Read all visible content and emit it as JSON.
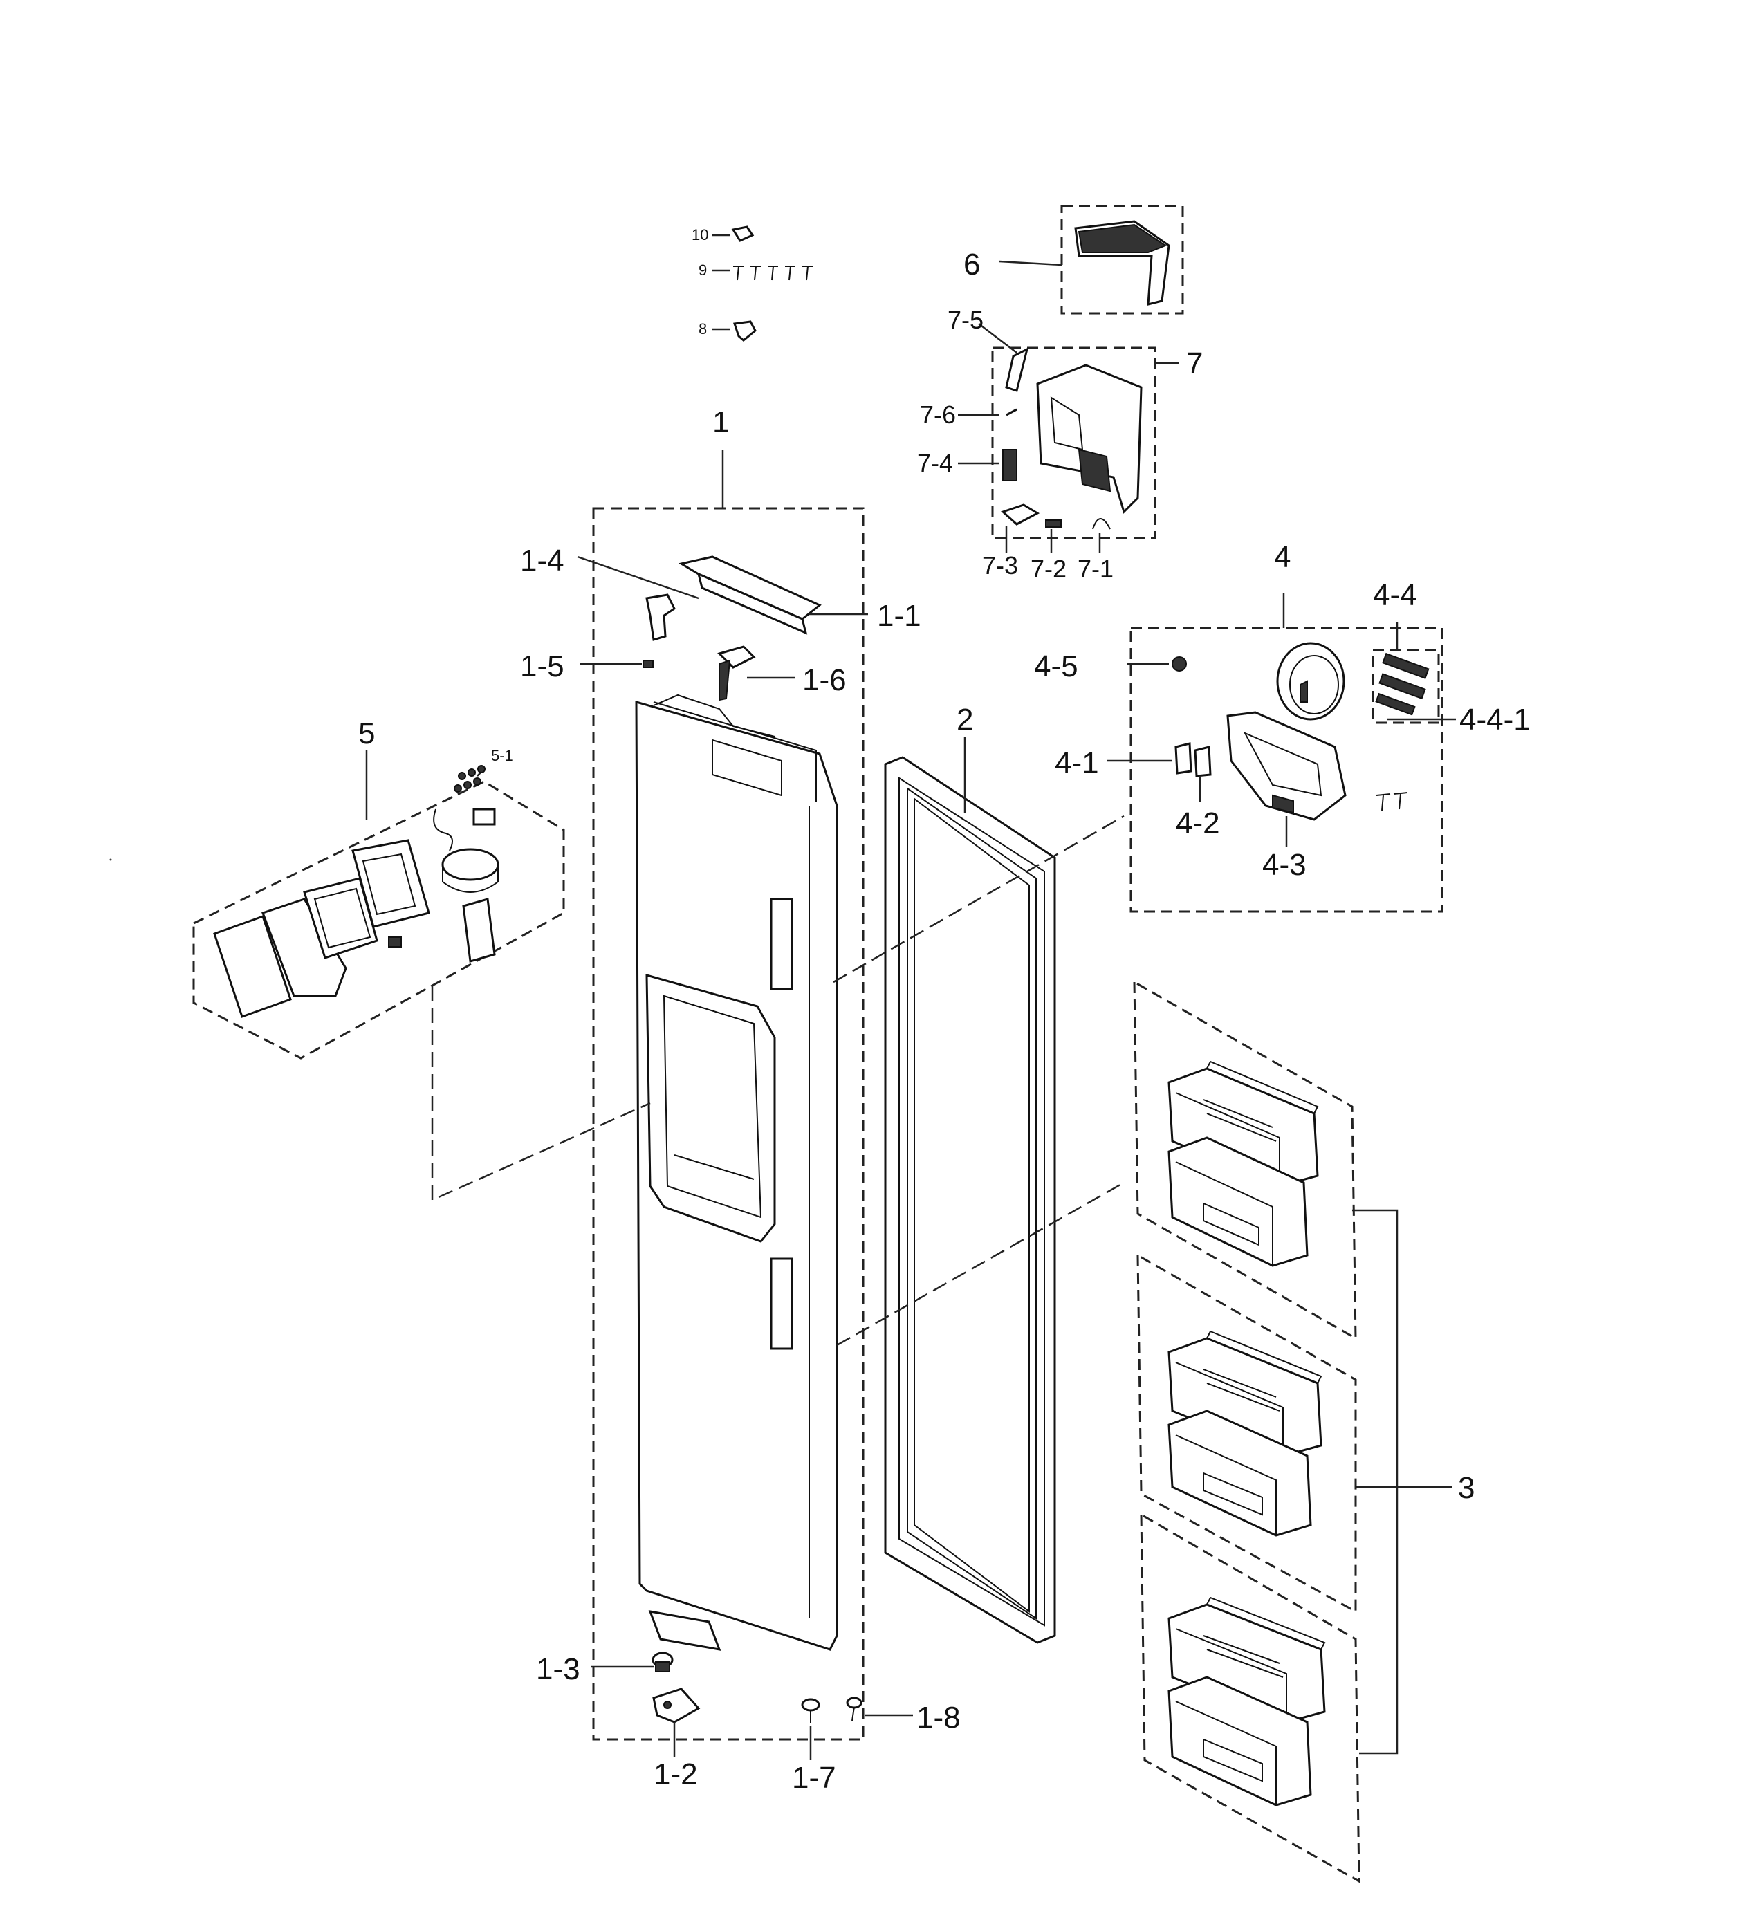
{
  "labels": {
    "part_1": "1",
    "part_1_1": "1-1",
    "part_1_2": "1-2",
    "part_1_3": "1-3",
    "part_1_4": "1-4",
    "part_1_5": "1-5",
    "part_1_6": "1-6",
    "part_1_7": "1-7",
    "part_1_8": "1-8",
    "part_2": "2",
    "part_3": "3",
    "part_4": "4",
    "part_4_1": "4-1",
    "part_4_2": "4-2",
    "part_4_3": "4-3",
    "part_4_4": "4-4",
    "part_4_4_1": "4-4-1",
    "part_4_5": "4-5",
    "part_5": "5",
    "part_5_1": "5-1",
    "part_6": "6",
    "part_7": "7",
    "part_7_1": "7-1",
    "part_7_2": "7-2",
    "part_7_3": "7-3",
    "part_7_4": "7-4",
    "part_7_5": "7-5",
    "part_7_6": "7-6",
    "part_8": "8",
    "part_9": "9",
    "part_10": "10"
  }
}
